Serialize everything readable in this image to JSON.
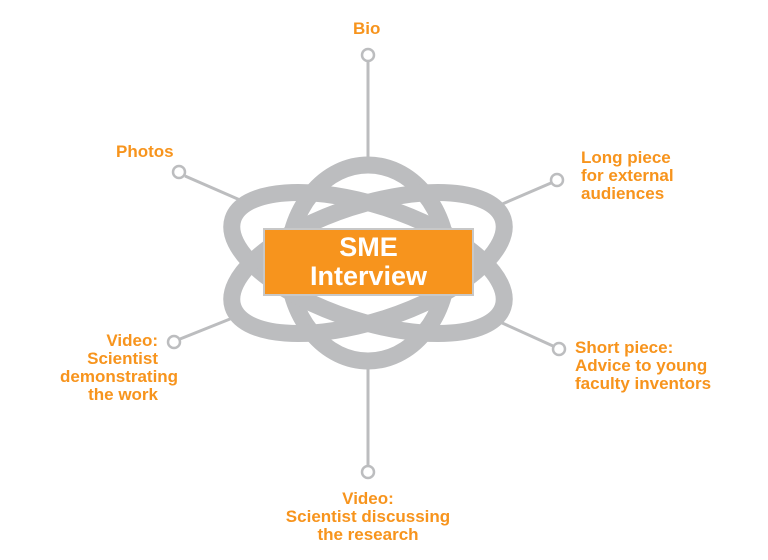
{
  "center": {
    "label": "SME\nInterview"
  },
  "nodes": [
    {
      "id": "bio",
      "label": "Bio"
    },
    {
      "id": "photos",
      "label": "Photos"
    },
    {
      "id": "long-piece",
      "label": "Long piece\nfor external\naudiences"
    },
    {
      "id": "video-demo",
      "label": "Video:\nScientist\ndemonstrating\nthe work"
    },
    {
      "id": "short-piece",
      "label": "Short piece:\nAdvice to young\nfaculty inventors"
    },
    {
      "id": "video-discuss",
      "label": "Video:\nScientist discussing\nthe research"
    }
  ],
  "colors": {
    "accent": "#f7941d",
    "gray": "#bcbdbf"
  }
}
